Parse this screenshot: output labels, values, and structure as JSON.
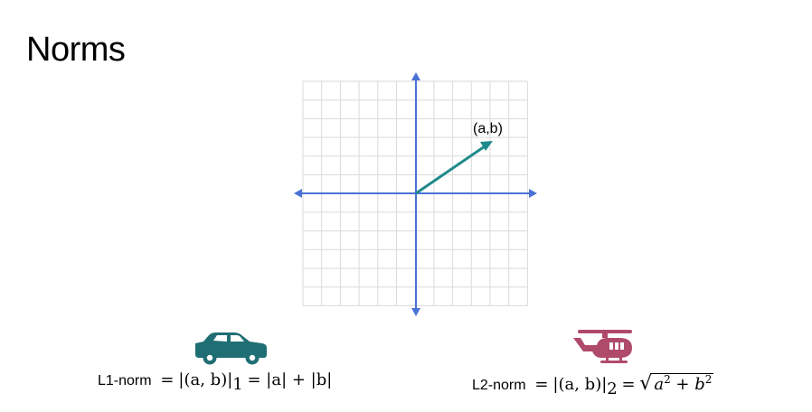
{
  "slide": {
    "title": "Norms"
  },
  "diagram": {
    "point_label": "(a,b)",
    "axis_color": "#4a72d6",
    "vector_color": "#1f8a8a",
    "grid_color": "#dadada"
  },
  "icons": {
    "car": {
      "name": "car-icon",
      "color": "#1f6e73"
    },
    "helicopter": {
      "name": "helicopter-icon",
      "color": "#b04a6a"
    }
  },
  "l1": {
    "label": "L1-norm",
    "eq": "=",
    "lhs": "|(a, b)|",
    "sub": "1",
    "rhs": "= |a| + |b|"
  },
  "l2": {
    "label": "L2-norm",
    "eq": "=",
    "lhs": "|(a, b)|",
    "sub": "2",
    "rhs": "="
  }
}
